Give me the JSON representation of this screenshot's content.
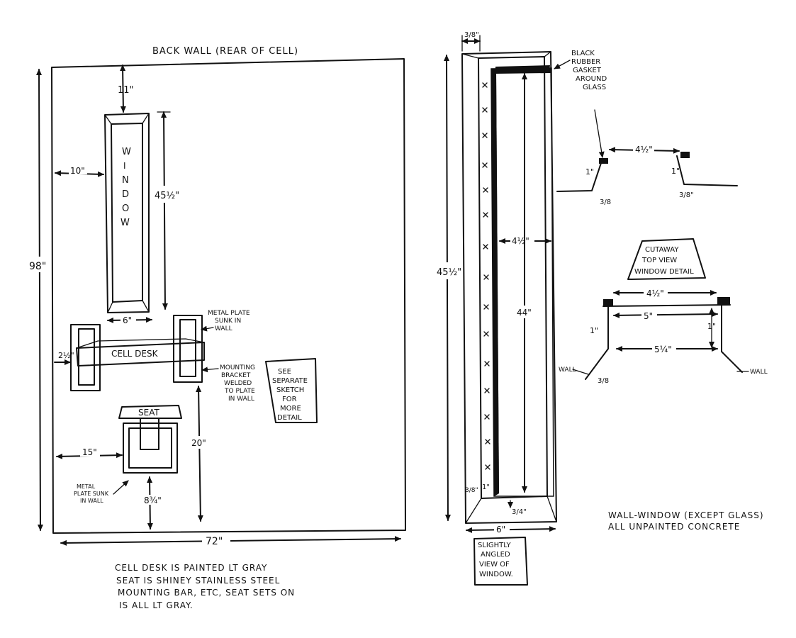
{
  "back_wall": {
    "title": "BACK WALL (REAR OF CELL)",
    "dim_height": "98\"",
    "dim_width": "72\"",
    "dim_top_to_window": "11\"",
    "dim_left_to_window": "10\"",
    "window_label_letters": [
      "W",
      "I",
      "N",
      "D",
      "O",
      "W"
    ],
    "dim_window_height": "45½\"",
    "dim_window_width": "6\"",
    "metal_plate_label": [
      "METAL PLATE",
      "SUNK IN",
      "WALL"
    ],
    "desk_label": "CELL DESK",
    "dim_desk_left": "2½\"",
    "mounting_label": [
      "MOUNTING",
      "BRACKET",
      "WELDED",
      "TO PLATE",
      "IN WALL"
    ],
    "see_sketch_label": [
      "SEE",
      "SEPARATE",
      "SKETCH",
      "FOR",
      "MORE",
      "DETAIL"
    ],
    "seat_label": "SEAT",
    "dim_seat_left": "15\"",
    "dim_seat_to_desk": "20\"",
    "dim_seat_floor": "8¾\"",
    "seat_plate_label": [
      "METAL",
      "PLATE SUNK",
      "IN WALL"
    ]
  },
  "notes": [
    "CELL DESK IS PAINTED LT GRAY",
    "SEAT IS SHINEY STAINLESS STEEL",
    "MOUNTING BAR, ETC, SEAT SETS ON",
    "IS ALL LT GRAY."
  ],
  "window_view": {
    "dim_top": "3/8\"",
    "dim_height": "45½\"",
    "dim_inner_width": "4½\"",
    "dim_inner_height": "44\"",
    "dim_bottom_left": "3/8\"",
    "dim_bottom_inner": "1\"",
    "dim_bottom": "3/4\"",
    "dim_width": "6\"",
    "gasket_label": [
      "BLACK",
      "RUBBER",
      "GASKET",
      "AROUND",
      "GLASS"
    ],
    "caption": [
      "SLIGHTLY",
      "ANGLED",
      "VIEW OF",
      "WINDOW."
    ]
  },
  "top_detail": {
    "dim_width": "4½\"",
    "dim_left_depth": "1\"",
    "dim_right_depth": "1\"",
    "dim_left_bevel": "3/8",
    "dim_right_bevel": "3/8\""
  },
  "cutaway": {
    "title": [
      "CUTAWAY",
      "TOP VIEW",
      "WINDOW DETAIL"
    ],
    "dim_glass": "4½\"",
    "dim_mid": "5\"",
    "dim_bottom": "5¼\"",
    "dim_left_depth": "1\"",
    "dim_right_depth": "1\"",
    "dim_bevel": "3/8",
    "wall_left": "WALL",
    "wall_right": "WALL"
  },
  "wall_window_note": [
    "WALL-WINDOW (EXCEPT GLASS)",
    "ALL UNPAINTED CONCRETE"
  ]
}
